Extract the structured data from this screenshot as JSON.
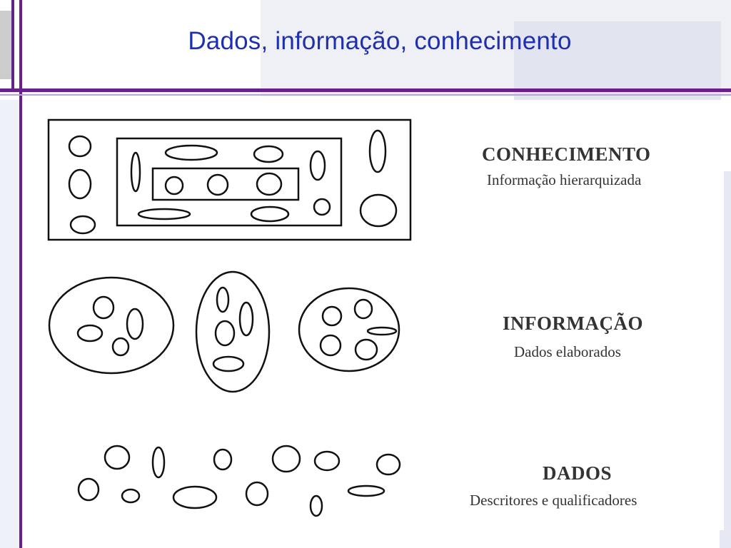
{
  "slide": {
    "title": "Dados, informação, conhecimento"
  },
  "levels": [
    {
      "key": "conhecimento",
      "name": "CONHECIMENTO",
      "description": "Informação hierarquizada"
    },
    {
      "key": "informacao",
      "name": "INFORMAÇÃO",
      "description": "Dados elaborados"
    },
    {
      "key": "dados",
      "name": "DADOS",
      "description": "Descritores e qualificadores"
    }
  ],
  "colors": {
    "title": "#1f2fae",
    "accent_lines": "#6b1f8f",
    "diagram_stroke": "#111111",
    "label_text": "#333333"
  }
}
